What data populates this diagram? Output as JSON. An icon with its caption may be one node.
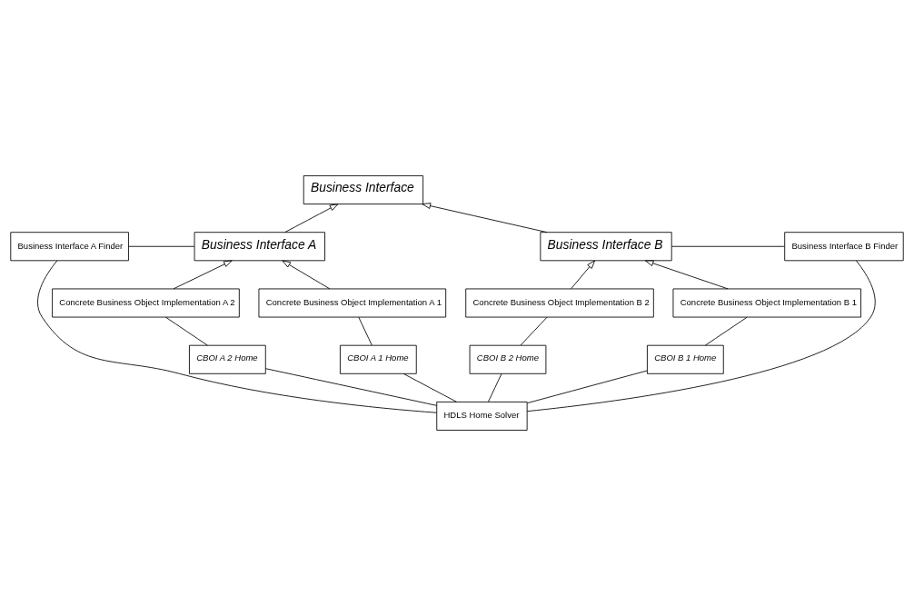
{
  "diagram": {
    "nodes": [
      {
        "text": [
          "Business Interface"
        ]
      },
      {
        "text": [
          "Business Interface A Finder"
        ]
      },
      {
        "text": [
          "Business Interface A"
        ]
      },
      {
        "text": [
          "Business Interface B"
        ]
      },
      {
        "text": [
          "Business Interface B Finder"
        ]
      },
      {
        "text": [
          "Concrete Business Object Implementation A 1"
        ]
      },
      {
        "text": [
          "Concrete Business Object Implementation A 2"
        ]
      },
      {
        "text": [
          "Concrete Business Object Implementation B 1"
        ]
      },
      {
        "text": [
          "Concrete Business Object Implementation B 2"
        ]
      },
      {
        "text": [
          "CBOI A 1 Home"
        ]
      },
      {
        "text": [
          "CBOI A 2 Home"
        ]
      },
      {
        "text": [
          "CBOI B 1 Home"
        ]
      },
      {
        "text": [
          "CBOI B 2 Home"
        ]
      },
      {
        "text": [
          "HDLS Home Solver"
        ]
      }
    ],
    "edges": [
      {
        "from": 2,
        "to": 0,
        "arrow": "to"
      },
      {
        "from": 3,
        "to": 0,
        "arrow": "to"
      },
      {
        "from": 1,
        "to": 2,
        "arrow": "none"
      },
      {
        "from": 3,
        "to": 4,
        "arrow": "none"
      },
      {
        "from": 5,
        "to": 2,
        "arrow": "to"
      },
      {
        "from": 6,
        "to": 2,
        "arrow": "to"
      },
      {
        "from": 7,
        "to": 3,
        "arrow": "to"
      },
      {
        "from": 8,
        "to": 3,
        "arrow": "to"
      },
      {
        "from": 9,
        "to": 5,
        "arrow": "none"
      },
      {
        "from": 10,
        "to": 6,
        "arrow": "none"
      },
      {
        "from": 11,
        "to": 7,
        "arrow": "none"
      },
      {
        "from": 12,
        "to": 8,
        "arrow": "none"
      },
      {
        "from": 13,
        "to": 9,
        "arrow": "none"
      },
      {
        "from": 13,
        "to": 10,
        "arrow": "none"
      },
      {
        "from": 13,
        "to": 11,
        "arrow": "none"
      },
      {
        "from": 13,
        "to": 12,
        "arrow": "none"
      },
      {
        "from": 13,
        "to": 1,
        "arrow": "none"
      },
      {
        "from": 13,
        "to": 4,
        "arrow": "none"
      }
    ]
  }
}
